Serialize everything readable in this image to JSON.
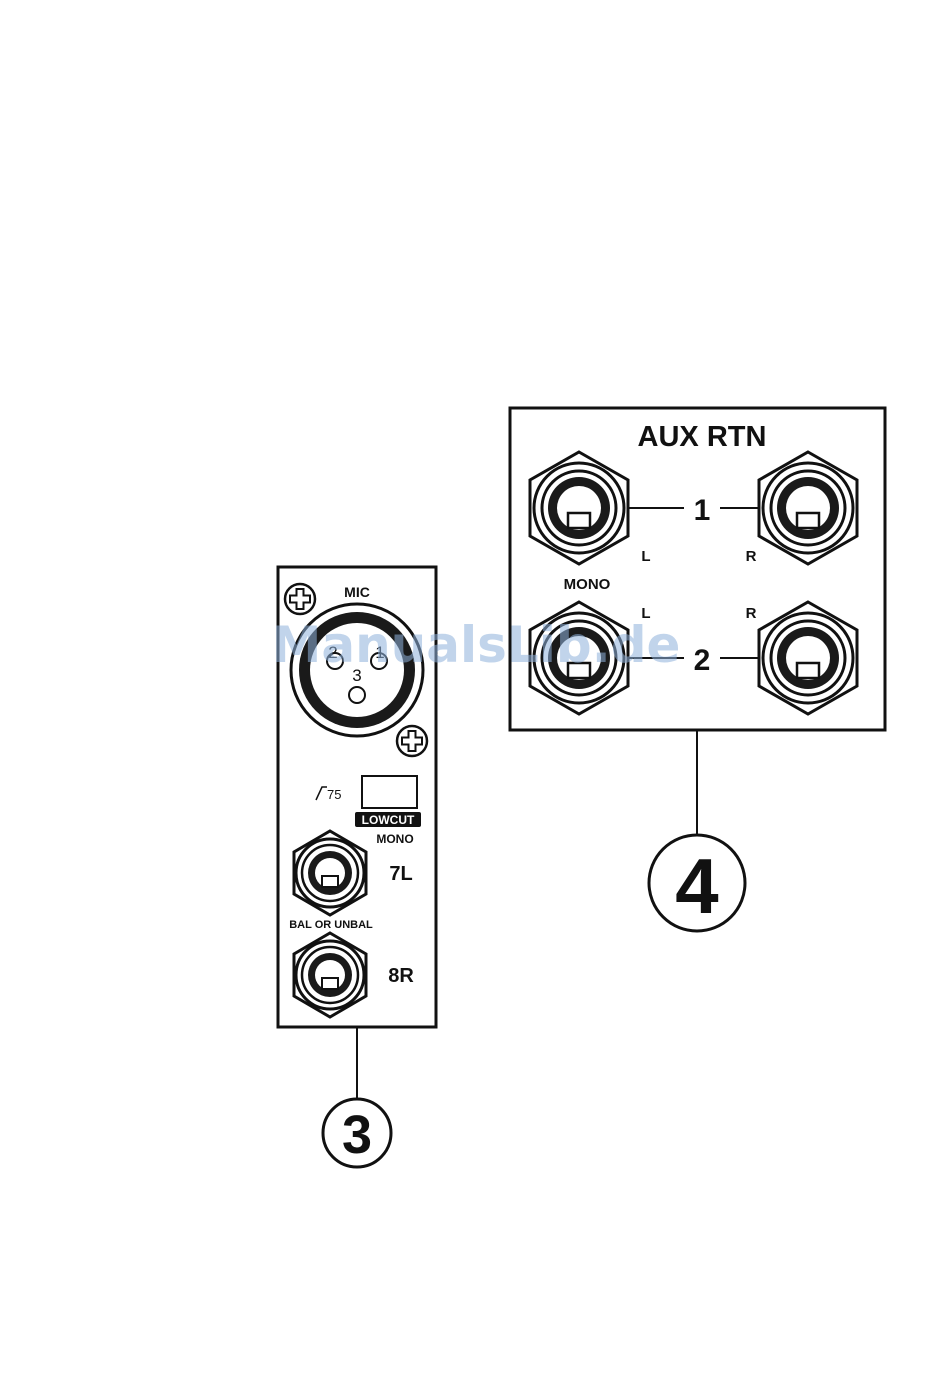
{
  "panel_left": {
    "mic_label": "MIC",
    "xlr_pins": [
      "2",
      "1",
      "3"
    ],
    "lowcut_symbol": "75",
    "lowcut_label": "LOWCUT",
    "mono_label": "MONO",
    "jack_7_label": "7L",
    "bal_label": "BAL OR UNBAL",
    "jack_8_label": "8R",
    "callout": "3"
  },
  "panel_right": {
    "title": "AUX RTN",
    "pair_1_label": "1",
    "pair_2_label": "2",
    "left_label_1": "L",
    "right_label_1": "R",
    "left_label_2": "L",
    "right_label_2": "R",
    "mono_label": "MONO",
    "callout": "4"
  },
  "watermark": "ManualsLib.de"
}
